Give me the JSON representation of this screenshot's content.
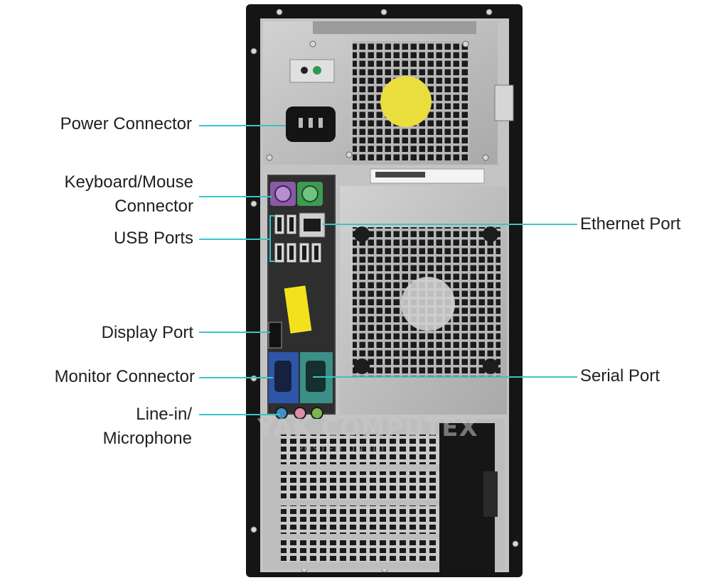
{
  "callouts": {
    "power_connector": "Power Connector",
    "keyboard_mouse_line1": "Keyboard/Mouse",
    "keyboard_mouse_line2": "Connector",
    "usb_ports": "USB Ports",
    "display_port": "Display Port",
    "monitor_connector": "Monitor Connector",
    "line_in_line1": "Line-in/",
    "line_in_line2": "Microphone",
    "ethernet_port": "Ethernet Port",
    "serial_port": "Serial Port"
  },
  "watermark": {
    "main": "YAK COMPUTEX",
    "sub": "POSTED ON JIJI"
  },
  "colors": {
    "callout_line": "#3cc3c8",
    "case_black": "#151515",
    "panel_metal": "#b9b9b9",
    "ps2_keyboard": "#8a5aa8",
    "ps2_mouse": "#3f9a52",
    "vga_blue": "#2f55a8",
    "serial_teal": "#3a8f86",
    "audio_pink": "#e08aa8",
    "audio_green": "#7bb64a",
    "audio_blue": "#3f8fc8",
    "fan_label_yellow": "#e9de3e",
    "sticker_yellow": "#f2e21e"
  }
}
